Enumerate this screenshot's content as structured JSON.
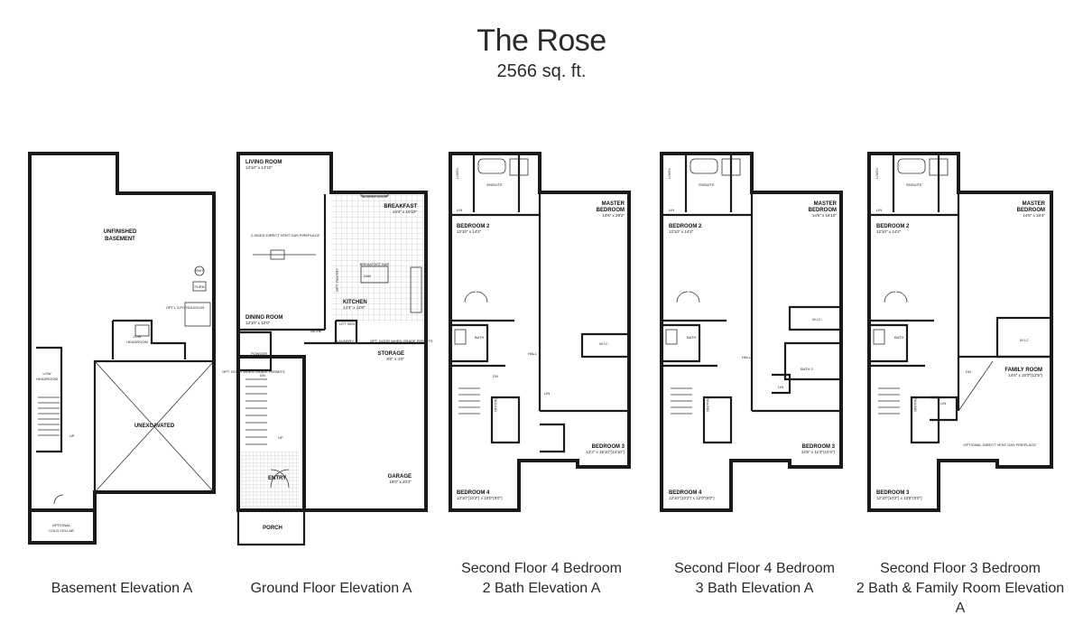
{
  "header": {
    "title": "The Rose",
    "subtitle": "2566 sq. ft."
  },
  "plans": [
    {
      "caption": [
        "Basement Elevation A"
      ],
      "labels": {
        "unfinished": "UNFINISHED",
        "basement": "BASEMENT",
        "unexcavated": "UNEXCAVATED",
        "optional": "OPTIONAL",
        "cold_cellar": "COLD CELLAR",
        "low1": "LOW",
        "headroom1": "HEADROOM",
        "low2": "LOW",
        "headroom2": "HEADROOM",
        "hwt": "HWT",
        "furn": "FURN",
        "rough_in": "OPT'L 3-PC ROUGH-IN",
        "up": "UP"
      }
    },
    {
      "caption": [
        "Ground Floor Elevation A"
      ],
      "labels": {
        "living_room": "LIVING ROOM",
        "living_dim": "13'10\" x 14'10\"",
        "breakfast": "BREAKFAST",
        "breakfast_dim": "14'4\" x 10'10\"",
        "sliding_door": "SLIDING DOOR",
        "fireplace": "2-SIDED DIRECT VENT GAS FIREPLACE",
        "pantry": "OPT. PANTRY",
        "breakfast_bar": "BREAKFAST BAR",
        "dw": "D/W",
        "kitchen": "KITCHEN",
        "kitchen_dim": "14'4\" x 11'8\"",
        "dining_room": "DINING ROOM",
        "dining_dim": "13'10\" x 12'0\"",
        "niche": "NICHE",
        "util_sink": "UTT SEN",
        "laundry": "LAUNDRY",
        "opt_door": "OPT. DOOR WHEN GRADE PERMITS",
        "storage": "STORAGE",
        "storage_dim": "8'0\" x 4'0\"",
        "powder": "POWDER",
        "dn": "DN",
        "opt_door_left": "OPT. DOOR WHEN GRADE PERMITS",
        "up": "UP",
        "entry": "ENTRY",
        "garage": "GARAGE",
        "garage_dim": "18'0\" x 20'2\"",
        "porch": "PORCH"
      }
    },
    {
      "caption": [
        "Second Floor 4 Bedroom",
        "2 Bath Elevation A"
      ],
      "labels": {
        "ensuite": "ENSUITE",
        "lin1": "LIN",
        "linen": "LINEN",
        "master": "MASTER",
        "bedroom": "BEDROOM",
        "master_dim": "14'6\" x 28'2\"",
        "bedroom2": "BEDROOM 2",
        "bedroom2_dim": "13'10\" x 14'2\"",
        "bath": "BATH",
        "hall": "HALL",
        "wic": "W.I.C.",
        "dn": "DN",
        "railing": "RAILING",
        "lin2": "LIN",
        "bedroom3": "BEDROOM 3",
        "bedroom3_dim": "12'2\" x 15'10\"(14'10\")",
        "bedroom4": "BEDROOM 4",
        "bedroom4_dim": "13'10\"(10'2\") x 10'0\"(9'0\")"
      }
    },
    {
      "caption": [
        "Second Floor 4 Bedroom",
        "3 Bath Elevation A"
      ],
      "labels": {
        "ensuite": "ENSUITE",
        "lin1": "LIN",
        "linen": "LINEN",
        "master": "MASTER",
        "bedroom": "BEDROOM",
        "master_dim": "14'6\" x 16'10\"",
        "bedroom2": "BEDROOM 2",
        "bedroom2_dim": "12'10\" x 14'2\"",
        "bath": "BATH",
        "hall": "HALL",
        "wic": "W.I.C.",
        "bath2": "BATH 2",
        "lin2": "LIN",
        "railing": "RAILING",
        "bedroom3": "BEDROOM 3",
        "bedroom3_dim": "14'6\" x 11'4\"(10'4\")",
        "bedroom4": "BEDROOM 4",
        "bedroom4_dim": "12'10\"(10'2\") x 12'0\"(9'0\")"
      }
    },
    {
      "caption": [
        "Second Floor 3 Bedroom",
        "2 Bath & Family Room Elevation A"
      ],
      "labels": {
        "ensuite": "ENSUITE",
        "lin1": "LIN",
        "linen": "LINEN",
        "master": "MASTER",
        "bedroom": "BEDROOM",
        "master_dim": "14'6\" x 18'4\"",
        "bedroom2": "BEDROOM 2",
        "bedroom2_dim": "12'10\" x 14'2\"",
        "bath": "BATH",
        "wic": "W.I.C.",
        "family_room": "FAMILY ROOM",
        "family_dim": "14'6\" x 16'0\"(12'5\")",
        "dn": "DN",
        "lin2": "LIN",
        "railing": "RAILING",
        "fireplace": "OPTIONAL DIRECT VENT GAS FIREPLACE",
        "bedroom3": "BEDROOM 3",
        "bedroom3_dim": "12'10\"(10'2\") x 13'8\"(9'0\")"
      }
    }
  ]
}
